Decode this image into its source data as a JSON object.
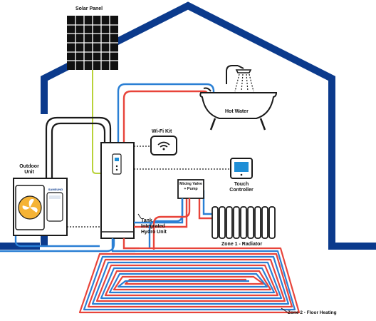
{
  "labels": {
    "solar_panel": "Solar Panel",
    "hot_water": "Hot Water",
    "wifi_kit": "Wi-Fi Kit",
    "outdoor_unit_line1": "Outdoor",
    "outdoor_unit_line2": "Unit",
    "brand": "SAMSUNG",
    "mixing_valve_line1": "Mixing Valve",
    "mixing_valve_line2": "+ Pump",
    "touch_controller_line1": "Touch",
    "touch_controller_line2": "Controller",
    "tank_line1": "Tank",
    "tank_line2": "Integrated",
    "tank_line3": "Hydro Unit",
    "zone1": "Zone 1 - Radiator",
    "zone2": "Zone 2 - Floor Heating"
  },
  "colors": {
    "house": "#0b3a8c",
    "hot_pipe": "#e8443a",
    "cold_pipe": "#2a7fd4",
    "solar_cable": "#b9d23a",
    "outline": "#1a1a1a",
    "accent": "#1e8ed6",
    "fan": "#f5b335"
  }
}
